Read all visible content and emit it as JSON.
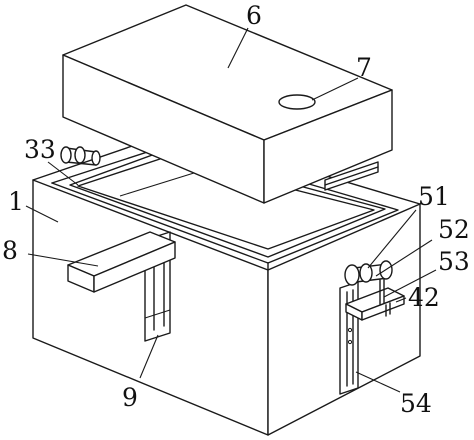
{
  "labels": {
    "l1": "1",
    "l6": "6",
    "l7": "7",
    "l8": "8",
    "l9": "9",
    "l33": "33",
    "l42": "42",
    "l51": "51",
    "l52": "52",
    "l53": "53",
    "l54": "54"
  }
}
